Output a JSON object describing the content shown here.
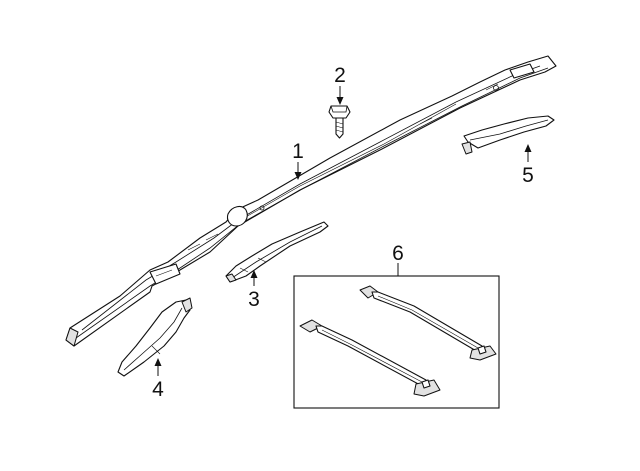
{
  "callouts": {
    "c1": "1",
    "c2": "2",
    "c3": "3",
    "c4": "4",
    "c5": "5",
    "c6": "6"
  },
  "colors": {
    "line": "#111111",
    "background": "#ffffff",
    "shade": "#e2e2e2"
  }
}
